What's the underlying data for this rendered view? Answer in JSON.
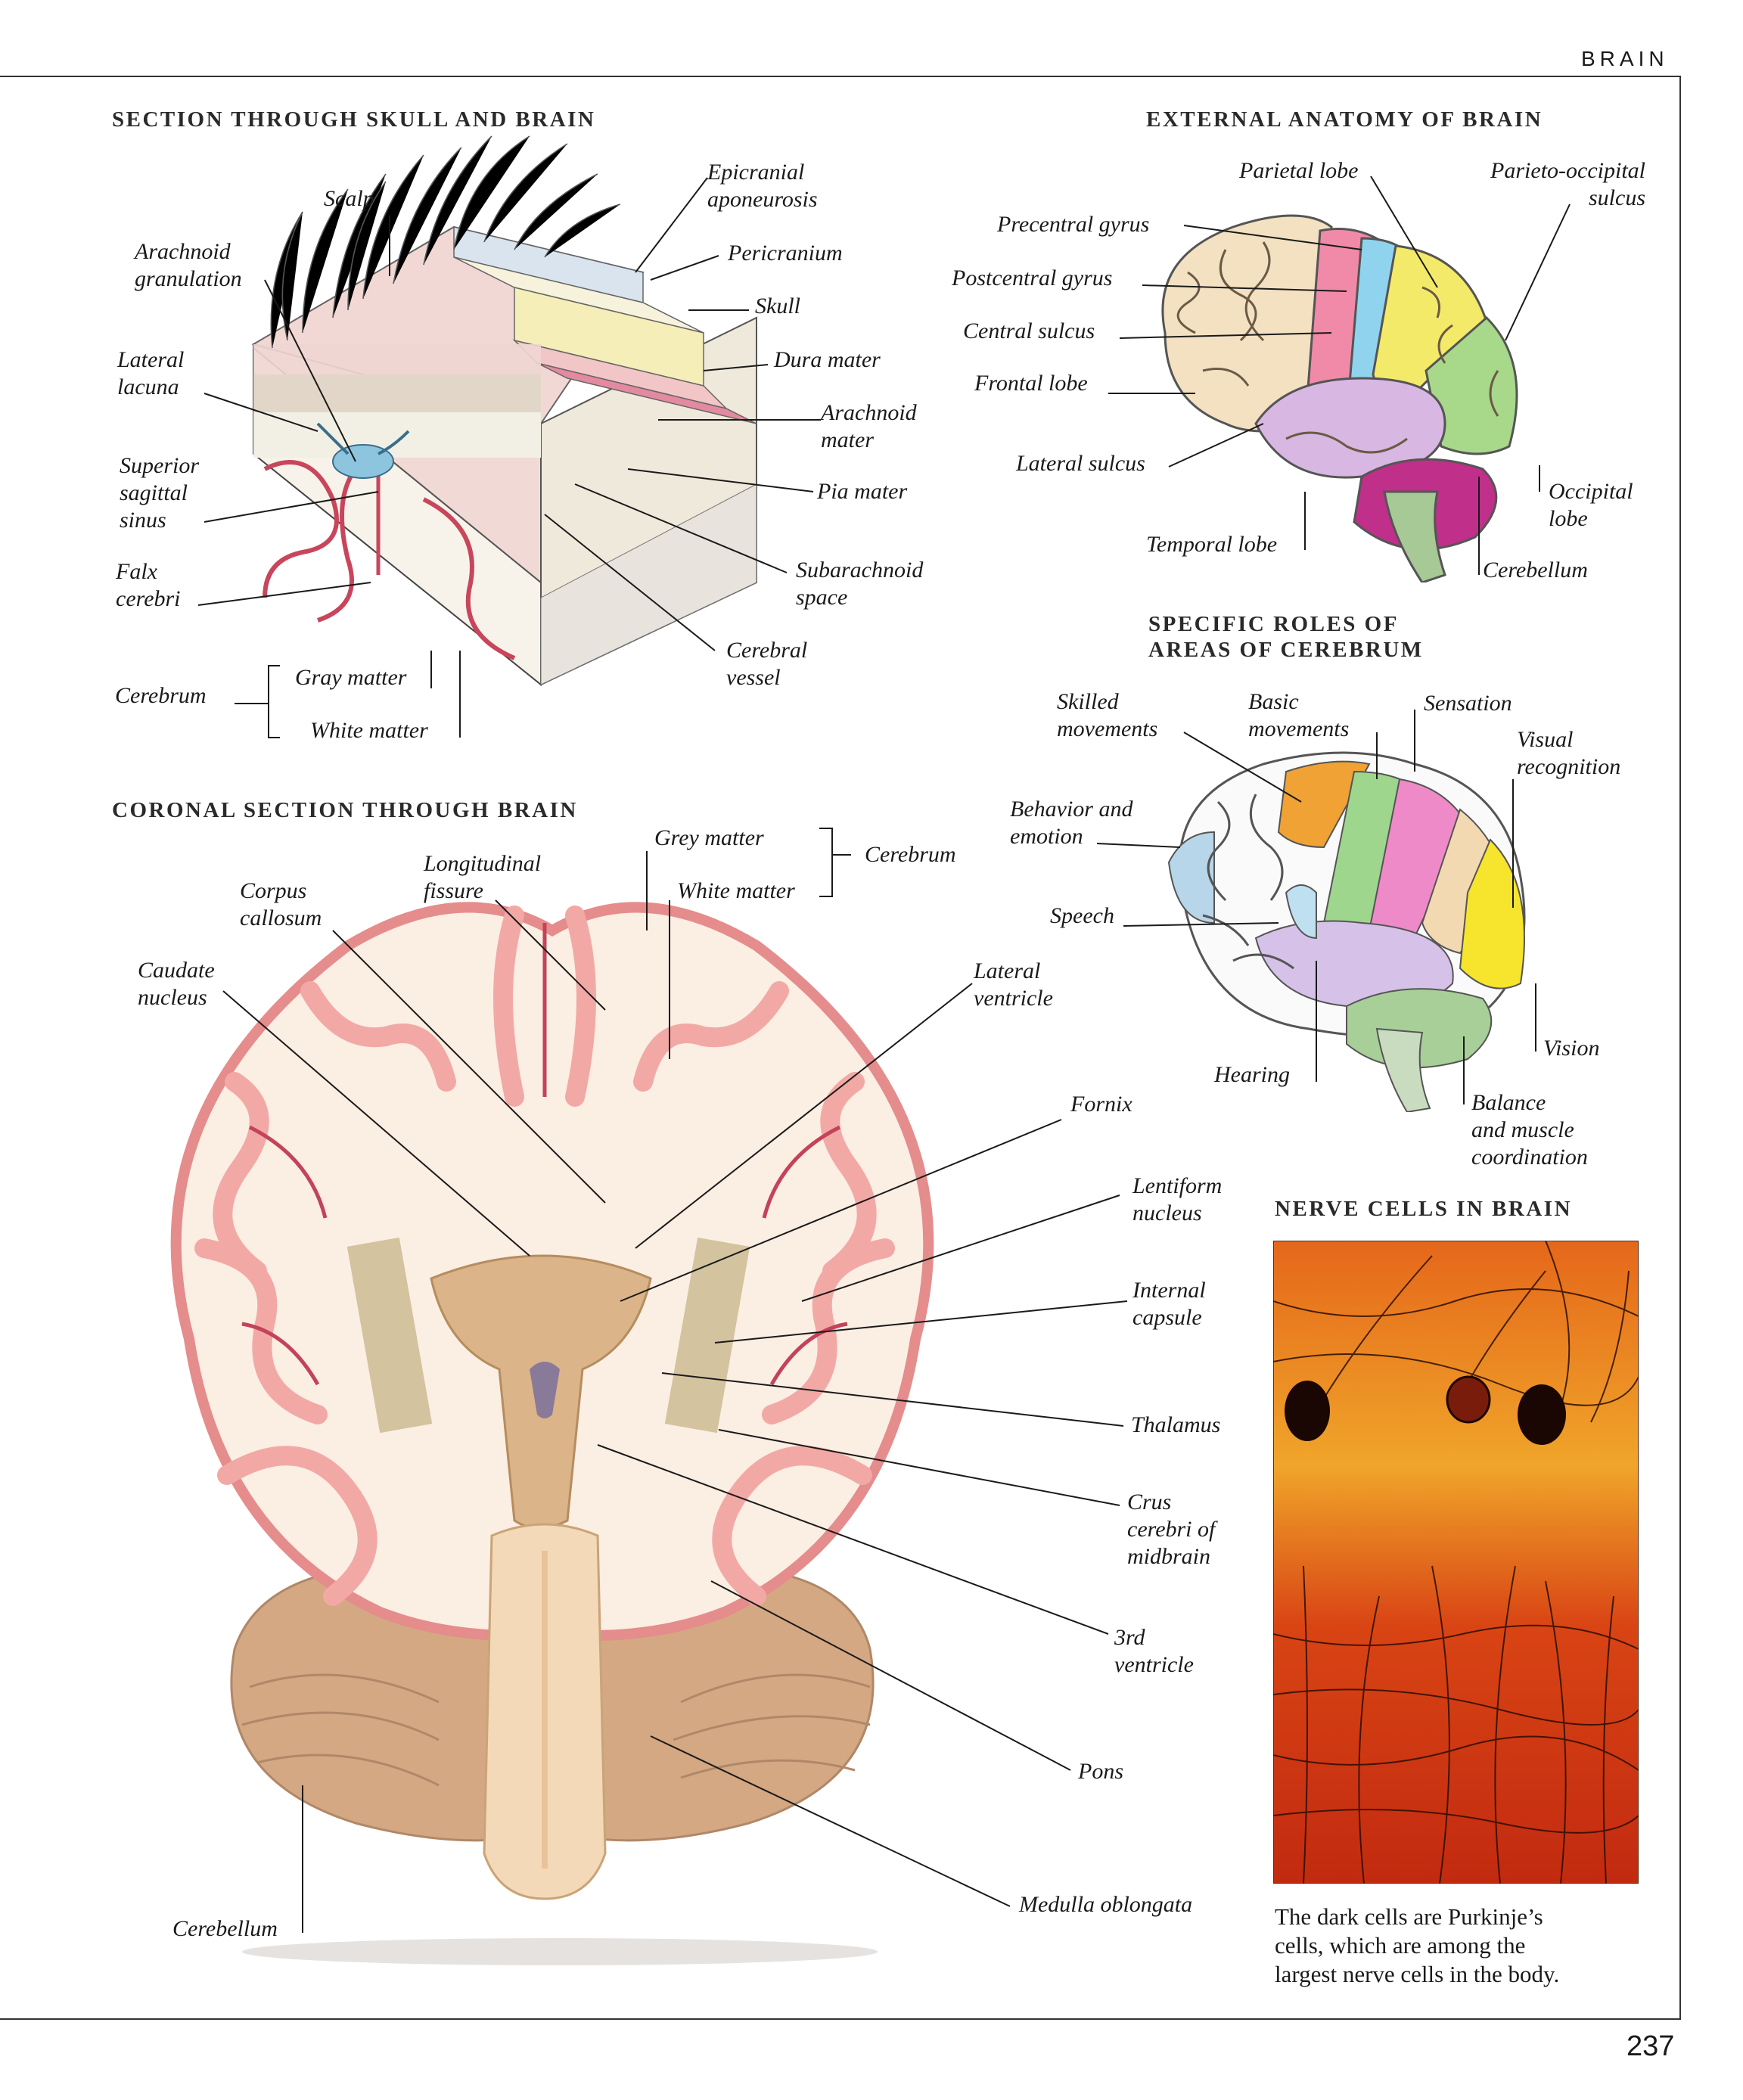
{
  "header": {
    "section": "BRAIN",
    "page_number": "237"
  },
  "skull_section": {
    "title": "SECTION THROUGH SKULL AND BRAIN",
    "labels": {
      "scalp": "Scalp",
      "epicranial": [
        "Epicranial",
        "aponeurosis"
      ],
      "arachnoid_gran": [
        "Arachnoid",
        "granulation"
      ],
      "pericranium": "Pericranium",
      "skull": "Skull",
      "lateral_lacuna": [
        "Lateral",
        "lacuna"
      ],
      "dura": "Dura mater",
      "arachnoid_mater": [
        "Arachnoid",
        "mater"
      ],
      "superior_sinus": [
        "Superior",
        "sagittal",
        "sinus"
      ],
      "pia": "Pia mater",
      "falx": [
        "Falx",
        "cerebri"
      ],
      "subarachnoid": [
        "Subarachnoid",
        "space"
      ],
      "cerebral_vessel": [
        "Cerebral",
        "vessel"
      ],
      "cerebrum": "Cerebrum",
      "gray": "Gray matter",
      "white": "White matter"
    }
  },
  "external_anatomy": {
    "title": "EXTERNAL ANATOMY OF BRAIN",
    "labels": {
      "parietal": "Parietal lobe",
      "parieto_occipital": [
        "Parieto-occipital",
        "sulcus"
      ],
      "precentral": "Precentral gyrus",
      "postcentral": "Postcentral gyrus",
      "central_sulcus": "Central sulcus",
      "frontal": "Frontal lobe",
      "lateral_sulcus": "Lateral sulcus",
      "occipital": [
        "Occipital",
        "lobe"
      ],
      "temporal": "Temporal lobe",
      "cerebellum": "Cerebellum"
    }
  },
  "roles": {
    "title": [
      "SPECIFIC ROLES OF",
      "AREAS OF CEREBRUM"
    ],
    "labels": {
      "skilled": [
        "Skilled",
        "movements"
      ],
      "basic": [
        "Basic",
        "movements"
      ],
      "sensation": "Sensation",
      "visual_recognition": [
        "Visual",
        "recognition"
      ],
      "behavior": [
        "Behavior and",
        "emotion"
      ],
      "speech": "Speech",
      "vision": "Vision",
      "hearing": "Hearing",
      "balance": [
        "Balance",
        "and muscle",
        "coordination"
      ]
    }
  },
  "coronal": {
    "title": "CORONAL SECTION THROUGH BRAIN",
    "labels": {
      "grey": "Grey matter",
      "white": "White matter",
      "cerebrum": "Cerebrum",
      "longitudinal": [
        "Longitudinal",
        "fissure"
      ],
      "corpus": [
        "Corpus",
        "callosum"
      ],
      "caudate": [
        "Caudate",
        "nucleus"
      ],
      "lateral_ventricle": [
        "Lateral",
        "ventricle"
      ],
      "fornix": "Fornix",
      "lentiform": [
        "Lentiform",
        "nucleus"
      ],
      "internal_capsule": [
        "Internal",
        "capsule"
      ],
      "thalamus": "Thalamus",
      "crus": [
        "Crus",
        "cerebri of",
        "midbrain"
      ],
      "third_ventricle": [
        "3rd",
        "ventricle"
      ],
      "pons": "Pons",
      "medulla": "Medulla oblongata",
      "cerebellum": "Cerebellum"
    }
  },
  "nerve_cells": {
    "title": "NERVE CELLS IN BRAIN",
    "caption": [
      "The dark cells are Purkinje’s",
      "cells, which are among the",
      "largest nerve cells in the body."
    ]
  }
}
